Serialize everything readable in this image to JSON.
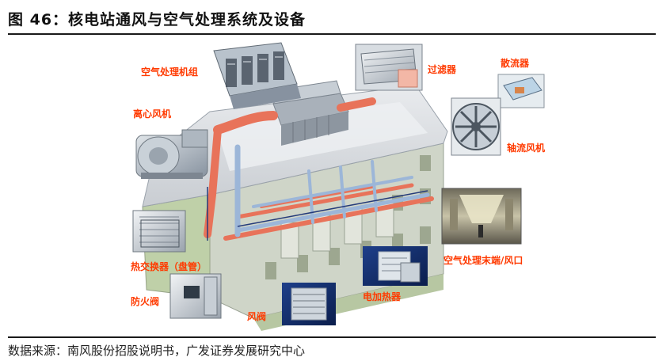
{
  "figure": {
    "title": "图 46：核电站通风与空气处理系统及设备",
    "source": "数据来源：南风股份招股说明书，广发证券发展研究中心"
  },
  "labels": {
    "ahu": "空气处理机组",
    "centrifugal_fan": "离心风机",
    "filter": "过滤器",
    "cooler": "散流器",
    "axial_fan": "轴流风机",
    "heat_exchanger": "热交换器（盘管）",
    "fire_damper": "防火阀",
    "air_damper": "风阀",
    "electric_heater": "电加热器",
    "air_terminal": "空气处理末端/风口"
  },
  "colors": {
    "label": "#ff3a00",
    "supply_duct": "#e8735a",
    "exhaust_duct": "#9cb6d8"
  }
}
